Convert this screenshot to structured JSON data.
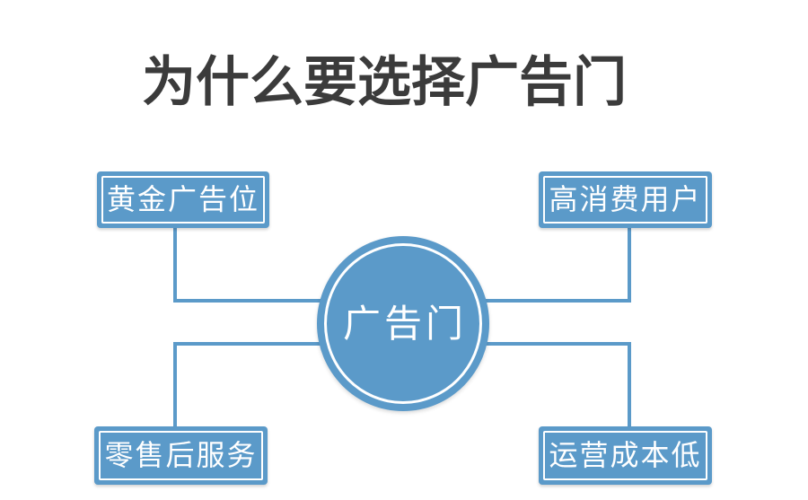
{
  "title": "为什么要选择广告门",
  "hub": {
    "label": "广告门"
  },
  "nodes": {
    "top_left": {
      "label": "黄金广告位"
    },
    "top_right": {
      "label": "高消费用户"
    },
    "bottom_left": {
      "label": "零售后服务"
    },
    "bottom_right": {
      "label": "运营成本低"
    }
  },
  "colors": {
    "accent": "#5B9AC9",
    "title_color": "#3B3B3B",
    "text_on_accent": "#FFFFFF",
    "background": "#FFFFFF"
  }
}
